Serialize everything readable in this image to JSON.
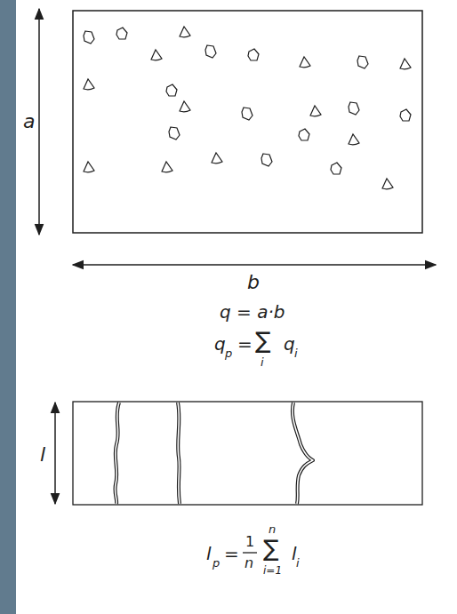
{
  "diagram": {
    "labels": [
      "a",
      "b",
      "q = a·b",
      "q",
      "p",
      "=",
      "∑",
      "i",
      "q",
      "i",
      "l",
      "l",
      "p",
      "=",
      "1",
      "n",
      "n",
      "∑",
      "i=1",
      "l",
      "i"
    ]
  }
}
